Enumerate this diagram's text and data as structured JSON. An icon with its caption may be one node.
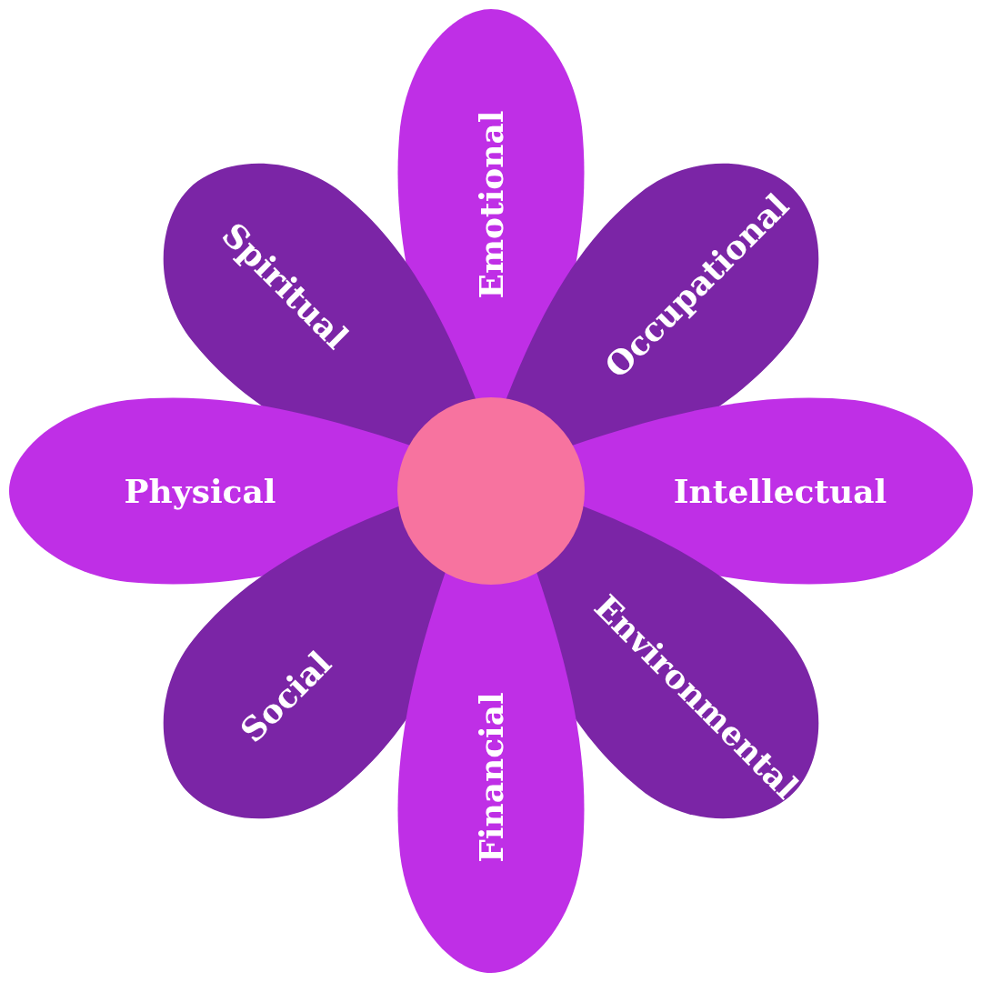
{
  "diagram": {
    "nodes": [
      {
        "text": [
          "Emotional"
        ]
      },
      {
        "text": [
          "Spiritual"
        ]
      },
      {
        "text": [
          "Occupational"
        ]
      },
      {
        "text": [
          "Physical"
        ]
      },
      {
        "text": [
          "Intellectual"
        ]
      },
      {
        "text": [
          "Social"
        ]
      },
      {
        "text": [
          "Environmental"
        ]
      },
      {
        "text": [
          "Financial"
        ]
      },
      {
        "text": [],
        "shape": "circle"
      }
    ]
  }
}
